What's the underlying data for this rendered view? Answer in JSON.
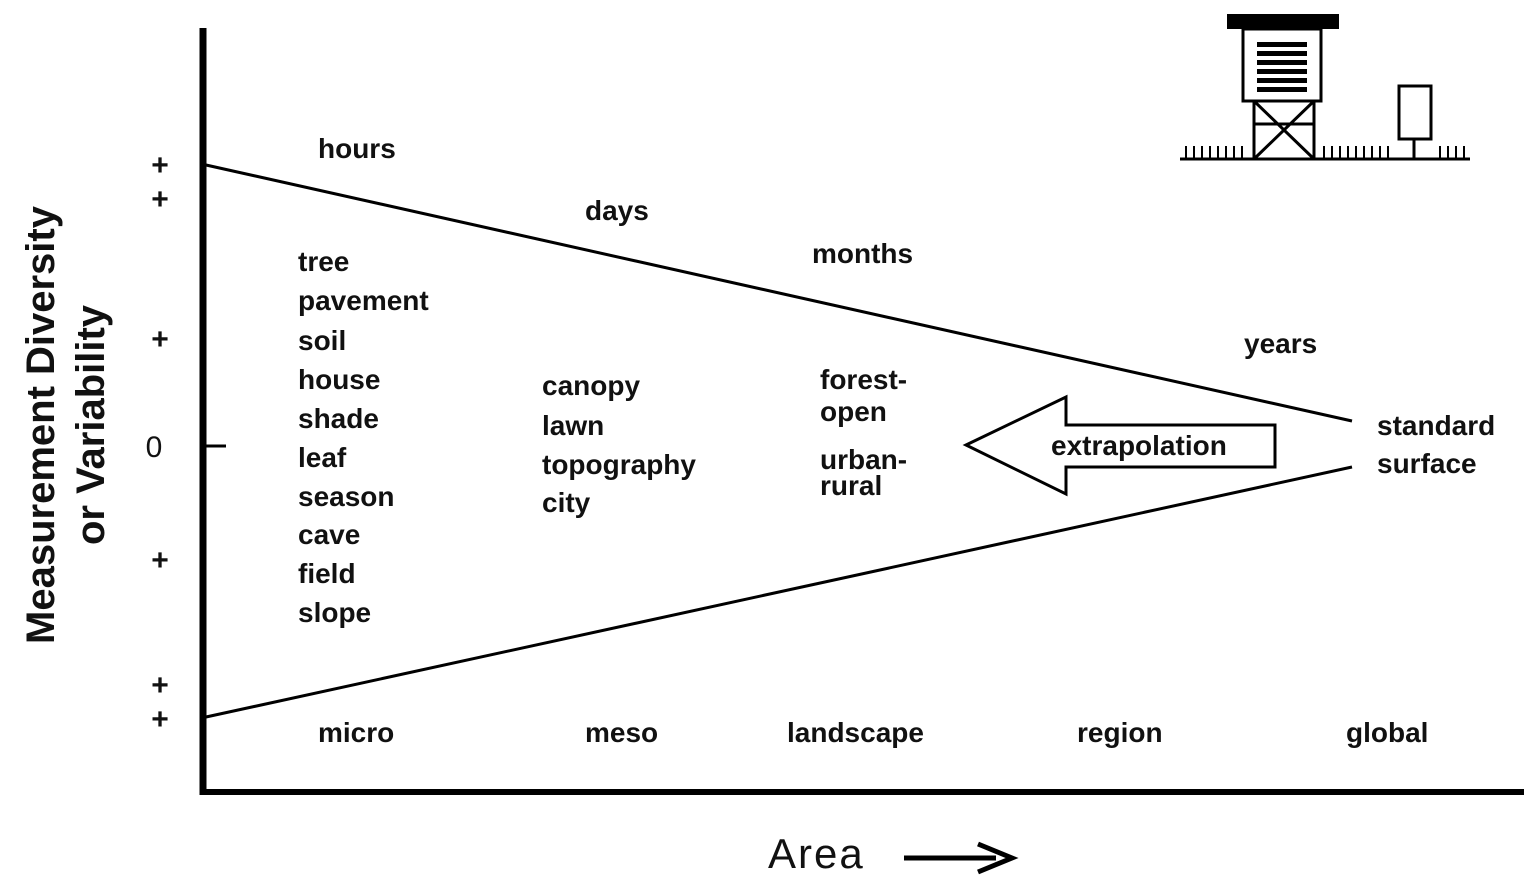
{
  "y_axis": {
    "title_line1": "Measurement  Diversity",
    "title_line2": "or Variability",
    "ticks": [
      "+",
      "+",
      "+",
      "0",
      "+",
      "+",
      "+"
    ]
  },
  "x_axis": {
    "title": "Area",
    "scales": [
      "micro",
      "meso",
      "landscape",
      "region",
      "global"
    ]
  },
  "time_scales": [
    "hours",
    "days",
    "months",
    "years"
  ],
  "micro_items": [
    "tree",
    "pavement",
    "soil",
    "house",
    "shade",
    "leaf",
    "season",
    "cave",
    "field",
    "slope"
  ],
  "meso_items": [
    "canopy",
    "lawn",
    "topography",
    "city"
  ],
  "landscape_items": [
    "forest-",
    "open",
    "urban-",
    "rural"
  ],
  "extrapolation_label": "extrapolation",
  "standard": [
    "standard",
    "surface"
  ]
}
